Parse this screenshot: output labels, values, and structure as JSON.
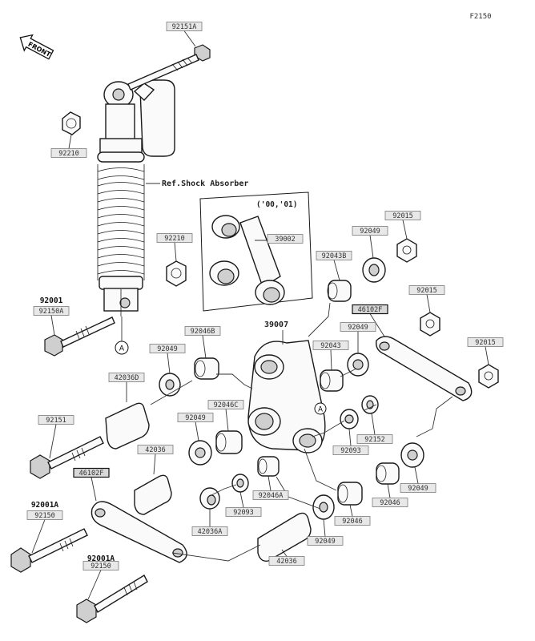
{
  "diagram": {
    "code": "F2150",
    "front_label": "FRONT",
    "ref_shock_absorber": "Ref.Shock Absorber",
    "years_note": "('00,'01)",
    "assembly_number": "39007",
    "circle_marker": "A"
  },
  "labels": [
    {
      "id": "92151A",
      "text": "92151A"
    },
    {
      "id": "92210-top",
      "text": "92210"
    },
    {
      "id": "92210-mid",
      "text": "92210"
    },
    {
      "id": "92001-top",
      "text": "92001"
    },
    {
      "id": "92150A",
      "text": "92150A"
    },
    {
      "id": "39002",
      "text": "39002"
    },
    {
      "id": "92015-a",
      "text": "92015"
    },
    {
      "id": "92049-a",
      "text": "92049"
    },
    {
      "id": "92043B",
      "text": "92043B"
    },
    {
      "id": "92015-b",
      "text": "92015"
    },
    {
      "id": "46102F-right",
      "text": "46102F"
    },
    {
      "id": "92049-b",
      "text": "92049"
    },
    {
      "id": "92046B",
      "text": "92046B"
    },
    {
      "id": "92049-c",
      "text": "92049"
    },
    {
      "id": "92043",
      "text": "92043"
    },
    {
      "id": "92015-c",
      "text": "92015"
    },
    {
      "id": "42036D",
      "text": "42036D"
    },
    {
      "id": "92151",
      "text": "92151"
    },
    {
      "id": "92046C",
      "text": "92046C"
    },
    {
      "id": "92049-d",
      "text": "92049"
    },
    {
      "id": "92152",
      "text": "92152"
    },
    {
      "id": "92093-right",
      "text": "92093"
    },
    {
      "id": "42036",
      "text": "42036"
    },
    {
      "id": "46102F-left",
      "text": "46102F"
    },
    {
      "id": "92046A",
      "text": "92046A"
    },
    {
      "id": "92093-mid",
      "text": "92093"
    },
    {
      "id": "92049-e",
      "text": "92049"
    },
    {
      "id": "92046-a",
      "text": "92046"
    },
    {
      "id": "92001A-left",
      "text": "92001A"
    },
    {
      "id": "92150-left",
      "text": "92150"
    },
    {
      "id": "42036A",
      "text": "42036A"
    },
    {
      "id": "92046-b",
      "text": "92046"
    },
    {
      "id": "92049-f",
      "text": "92049"
    },
    {
      "id": "92001A-bottom",
      "text": "92001A"
    },
    {
      "id": "92150-bottom",
      "text": "92150"
    },
    {
      "id": "42036-bottom",
      "text": "42036"
    }
  ]
}
